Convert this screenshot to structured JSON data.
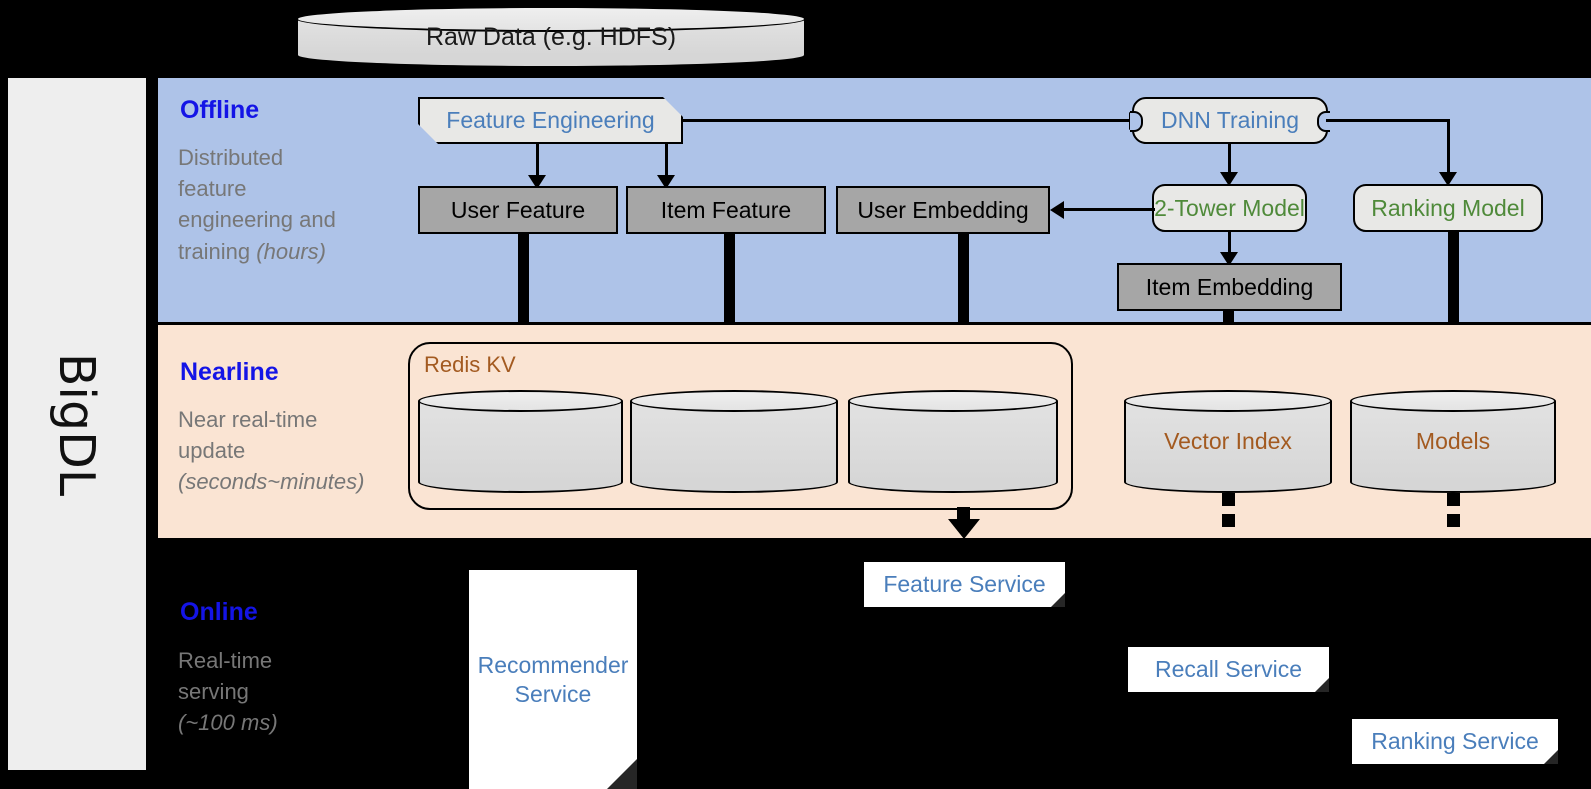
{
  "framework": {
    "name": "BigDL"
  },
  "source": {
    "label": "Raw Data (e.g. HDFS)"
  },
  "layers": {
    "offline": {
      "title": "Offline",
      "description_line1": "Distributed",
      "description_line2": "feature",
      "description_line3": "engineering and",
      "description_line4": "training",
      "description_emphasis": "(hours)"
    },
    "nearline": {
      "title": "Nearline",
      "description_line1": "Near real-time",
      "description_line2": "update",
      "description_emphasis": "(seconds~minutes)"
    },
    "online": {
      "title": "Online",
      "description_line1": "Real-time",
      "description_line2": "serving",
      "description_emphasis": "(~100 ms)"
    }
  },
  "offline_nodes": {
    "feature_engineering": "Feature Engineering",
    "dnn_training": "DNN Training",
    "user_feature": "User Feature",
    "item_feature": "Item Feature",
    "user_embedding": "User Embedding",
    "two_tower_model": "2-Tower Model",
    "ranking_model": "Ranking Model",
    "item_embedding": "Item Embedding"
  },
  "nearline_nodes": {
    "redis_kv": "Redis KV",
    "store_user_feature": "",
    "store_item_feature": "",
    "store_user_embedding": "",
    "vector_index": "Vector Index",
    "models": "Models"
  },
  "online_nodes": {
    "recommender_service": "Recommender\nService",
    "recommender_service_line1": "Recommender",
    "recommender_service_line2": "Service",
    "feature_service": "Feature Service",
    "recall_service": "Recall Service",
    "ranking_service": "Ranking Service"
  },
  "colors": {
    "offline_panel": "#aec3e8",
    "nearline_panel": "#fae4d3",
    "online_panel": "#000000",
    "rail": "#eeeeee",
    "layer_title": "#1414e6",
    "layer_desc": "#777777",
    "process_text": "#4a7ebb",
    "model_text": "#4f8a3a",
    "storage_text": "#a35a20",
    "gray_box": "#a6a6a6",
    "process_box": "#e8e8e6"
  }
}
